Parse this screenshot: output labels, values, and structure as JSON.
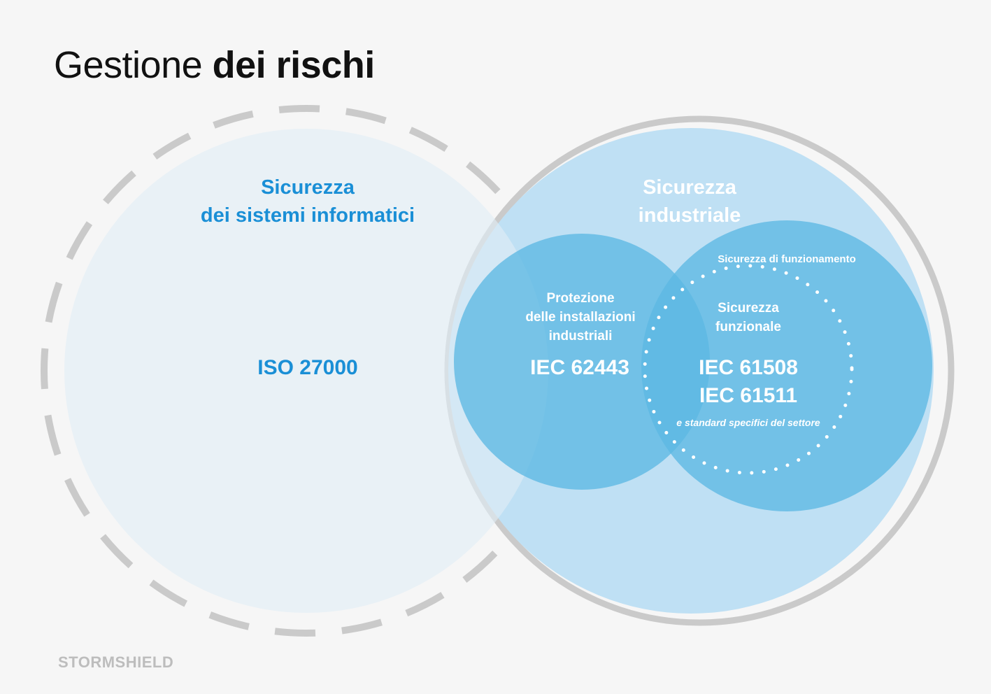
{
  "title": {
    "regular": "Gestione ",
    "bold": "dei rischi"
  },
  "brand": "STORMSHIELD",
  "circles": {
    "it_security": {
      "title_line1": "Sicurezza",
      "title_line2": "dei sistemi informatici",
      "standard": "ISO 27000"
    },
    "industrial_security": {
      "title_line1": "Sicurezza",
      "title_line2": "industriale"
    },
    "installation_protection": {
      "title_line1": "Protezione",
      "title_line2": "delle installazioni",
      "title_line3": "industriali",
      "standard": "IEC 62443"
    },
    "operational_safety": {
      "title": "Sicurezza di funzionamento"
    },
    "functional_safety": {
      "title_line1": "Sicurezza",
      "title_line2": "funzionale",
      "standard_line1": "IEC 61508",
      "standard_line2": "IEC 61511",
      "note": "e standard specifici del settore"
    }
  },
  "colors": {
    "background": "#f6f6f6",
    "it_fill": "#e1eef6",
    "industrial_fill": "#bfe0f4",
    "inner_fill": "#5cb8e3",
    "accent_text": "#1a8fd6",
    "outline_gray": "#cacaca",
    "white": "#ffffff"
  }
}
